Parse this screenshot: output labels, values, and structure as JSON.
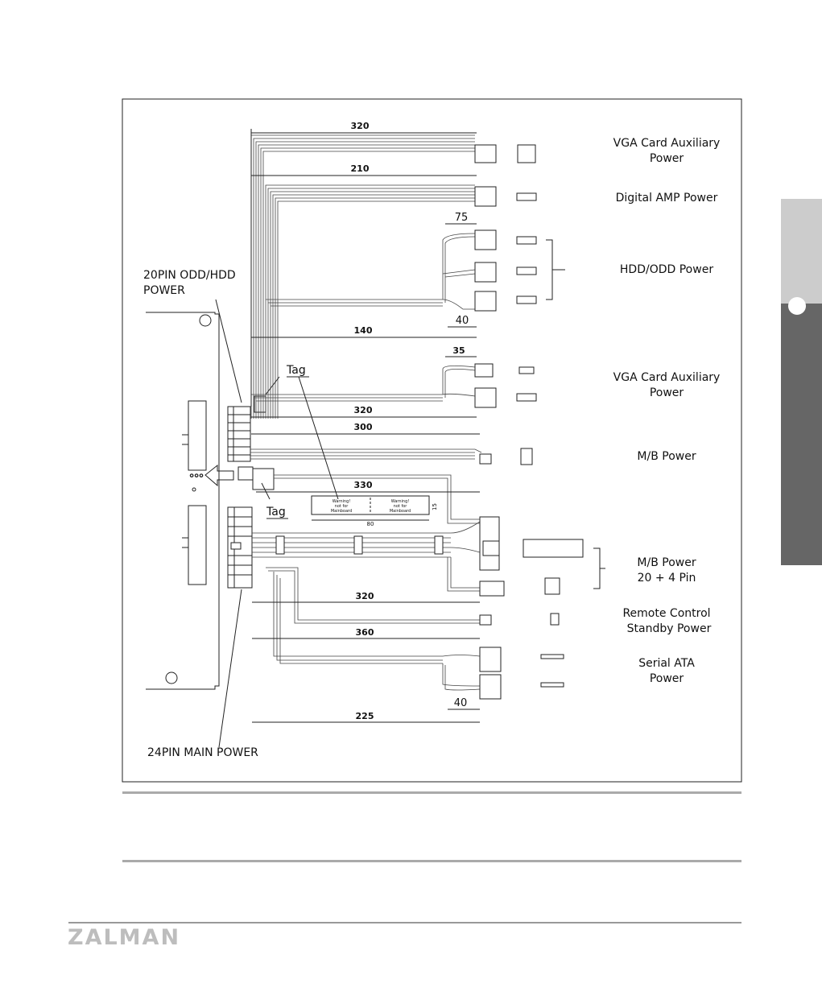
{
  "labels": {
    "odd_hdd_20pin": [
      "20PIN ODD/HDD",
      "POWER"
    ],
    "main_24pin": "24PIN MAIN POWER",
    "tag_top": "Tag",
    "tag_bottom": "Tag"
  },
  "connectors": [
    {
      "id": "vga-aux-1",
      "lines": [
        "VGA Card Auxiliary",
        "Power"
      ]
    },
    {
      "id": "digital-amp",
      "lines": [
        "Digital AMP Power"
      ]
    },
    {
      "id": "hdd-odd",
      "lines": [
        "HDD/ODD Power"
      ]
    },
    {
      "id": "vga-aux-2",
      "lines": [
        "VGA Card Auxiliary",
        "Power"
      ]
    },
    {
      "id": "mb-power",
      "lines": [
        "M/B Power"
      ]
    },
    {
      "id": "mb-power-24",
      "lines": [
        "M/B Power",
        "20 + 4 Pin"
      ]
    },
    {
      "id": "remote-standby",
      "lines": [
        "Remote Control",
        "Standby Power"
      ]
    },
    {
      "id": "sata",
      "lines": [
        "Serial ATA",
        "Power"
      ]
    }
  ],
  "dimensions": {
    "vga1": "320",
    "amp": "210",
    "hdd_split": "75",
    "hdd_gap": "40",
    "hdd_total": "140",
    "vga2_split": "35",
    "vga2": "320",
    "mb": "300",
    "mb24": "330",
    "remote": "320",
    "sata": "360",
    "sata_gap": "40",
    "sata_total": "225"
  },
  "tag_label": {
    "left": [
      "Warning!",
      "not for",
      "Mainboard"
    ],
    "right": [
      "Warning!",
      "not for",
      "Mainboard"
    ],
    "width": "80",
    "height": "15"
  },
  "brand": "ZALMAN",
  "colors": {
    "tab_light": "#cccccc",
    "tab_dark": "#666666",
    "rule": "#aaaaaa",
    "logo": "#bdbdbd"
  }
}
